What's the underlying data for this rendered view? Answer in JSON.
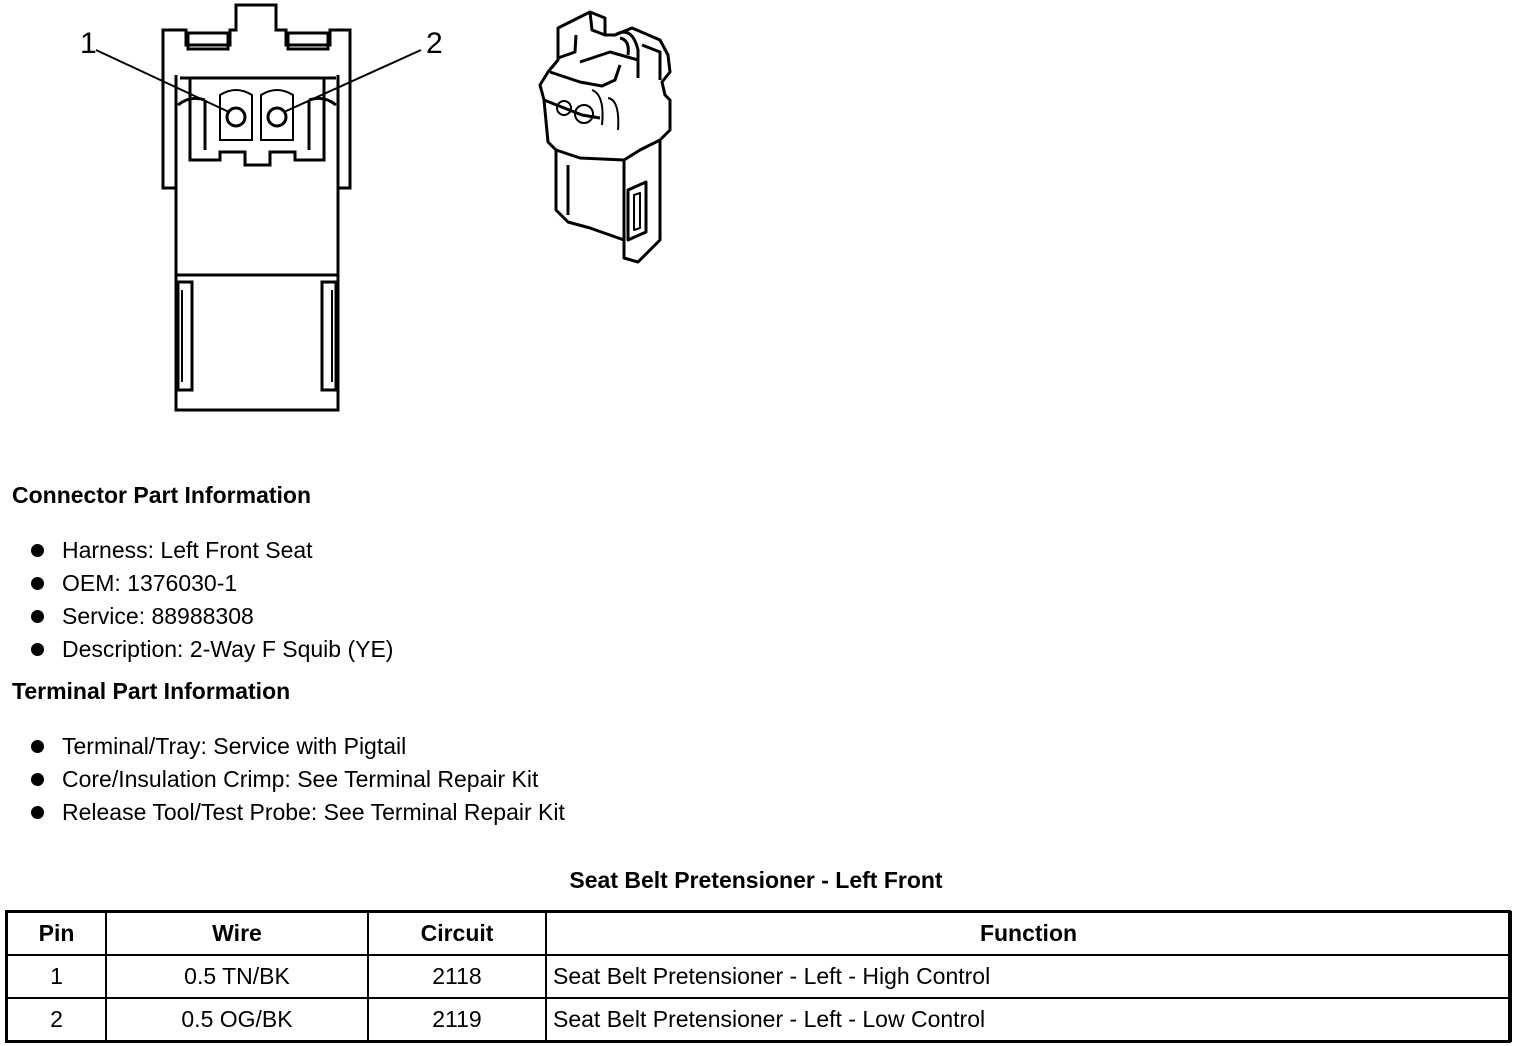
{
  "diagram": {
    "callouts": [
      "1",
      "2"
    ]
  },
  "connector_info": {
    "heading": "Connector Part Information",
    "items": [
      "Harness: Left Front Seat",
      "OEM: 1376030-1",
      "Service: 88988308",
      "Description: 2-Way F Squib (YE)"
    ]
  },
  "terminal_info": {
    "heading": "Terminal Part Information",
    "items": [
      "Terminal/Tray: Service with Pigtail",
      "Core/Insulation Crimp: See Terminal Repair Kit",
      "Release Tool/Test Probe: See Terminal Repair Kit"
    ]
  },
  "table": {
    "title": "Seat Belt Pretensioner - Left Front",
    "headers": [
      "Pin",
      "Wire",
      "Circuit",
      "Function"
    ],
    "rows": [
      [
        "1",
        "0.5 TN/BK",
        "2118",
        "Seat Belt Pretensioner - Left - High Control"
      ],
      [
        "2",
        "0.5 OG/BK",
        "2119",
        "Seat Belt Pretensioner - Left - Low Control"
      ]
    ]
  }
}
